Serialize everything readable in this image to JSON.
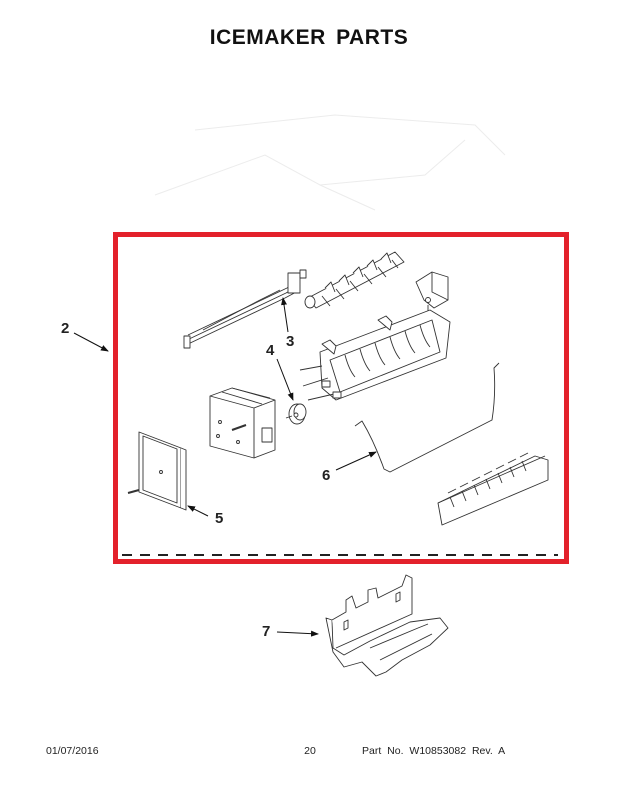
{
  "page": {
    "title": "ICEMAKER PARTS",
    "highlight_color": "#e3212b"
  },
  "callouts": [
    {
      "id": "2",
      "label": "2"
    },
    {
      "id": "3",
      "label": "3"
    },
    {
      "id": "4",
      "label": "4"
    },
    {
      "id": "5",
      "label": "5"
    },
    {
      "id": "6",
      "label": "6"
    },
    {
      "id": "7",
      "label": "7"
    }
  ],
  "footer": {
    "date": "01/07/2016",
    "page_number": "20",
    "part_number": "Part No.  W10853082  Rev.  A"
  }
}
